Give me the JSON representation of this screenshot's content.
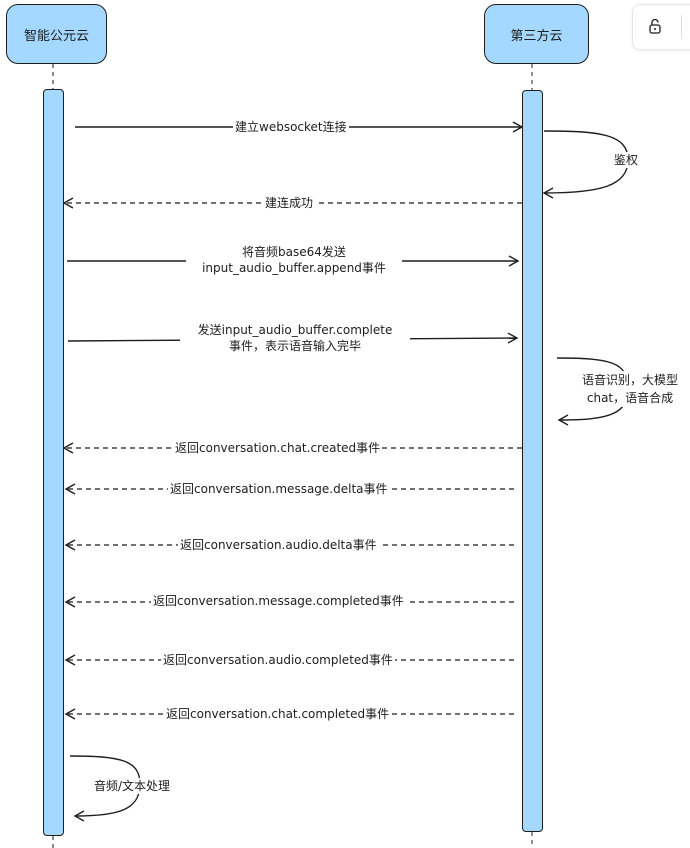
{
  "actors": {
    "left": "智能公元云",
    "right": "第三方云"
  },
  "messages": [
    {
      "id": "m1",
      "lines": [
        "建立websocket连接"
      ]
    },
    {
      "id": "m2",
      "lines": [
        "建连成功"
      ]
    },
    {
      "id": "m3",
      "lines": [
        "将音频base64发送",
        "input_audio_buffer.append事件"
      ]
    },
    {
      "id": "m4",
      "lines": [
        "发送input_audio_buffer.complete",
        "事件，表示语音输入完毕"
      ]
    },
    {
      "id": "m5",
      "lines": [
        "返回conversation.chat.created事件"
      ]
    },
    {
      "id": "m6",
      "lines": [
        "返回conversation.message.delta事件"
      ]
    },
    {
      "id": "m7",
      "lines": [
        "返回conversation.audio.delta事件"
      ]
    },
    {
      "id": "m8",
      "lines": [
        "返回conversation.message.completed事件"
      ]
    },
    {
      "id": "m9",
      "lines": [
        "返回conversation.audio.completed事件"
      ]
    },
    {
      "id": "m10",
      "lines": [
        "返回conversation.chat.completed事件"
      ]
    }
  ],
  "self_notes": {
    "auth": "鉴权",
    "process_line1": "语音识别，大模型",
    "process_line2": "chat，语音合成",
    "local": "音频/文本处理"
  },
  "toolbar": {
    "lock_icon": "lock-icon"
  }
}
